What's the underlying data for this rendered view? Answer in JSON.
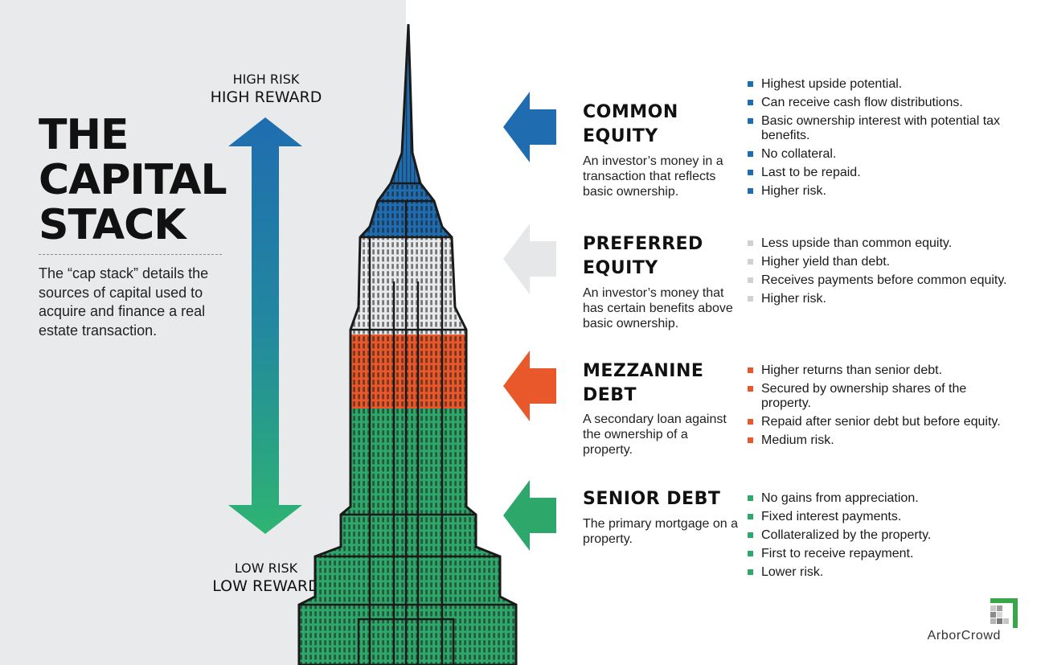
{
  "title_lines": [
    "THE",
    "CAPITAL",
    "STACK"
  ],
  "intro": "The “cap stack” details the sources of capital used to acquire and finance a real estate transaction.",
  "risk_high": {
    "line1": "HIGH RISK",
    "line2": "HIGH REWARD"
  },
  "risk_low": {
    "line1": "LOW RISK",
    "line2": "LOW REWARD"
  },
  "colors": {
    "common": "#1f6db0",
    "preferred": "#e6e7e9",
    "mezzanine": "#e8582a",
    "senior": "#2ea86a"
  },
  "tiers": [
    {
      "name_line1": "COMMON",
      "name_line2": "EQUITY",
      "description": "An investor’s money in a transaction that reflects basic ownership.",
      "bullets": [
        "Highest upside potential.",
        "Can receive cash flow distributions.",
        "Basic ownership interest with potential tax benefits.",
        "No collateral.",
        "Last to be repaid.",
        "Higher risk."
      ]
    },
    {
      "name_line1": "PREFERRED",
      "name_line2": "EQUITY",
      "description": "An investor’s money that has certain benefits above basic ownership.",
      "bullets": [
        "Less upside than common equity.",
        "Higher yield than debt.",
        "Receives payments before common equity.",
        "Higher risk."
      ]
    },
    {
      "name_line1": "MEZZANINE",
      "name_line2": "DEBT",
      "description": "A secondary loan against the ownership of a property.",
      "bullets": [
        "Higher returns than senior debt.",
        "Secured by ownership shares of the property.",
        "Repaid after senior debt but before equity.",
        "Medium risk."
      ]
    },
    {
      "name_line1": "SENIOR DEBT",
      "name_line2": "",
      "description": "The primary mortgage on a property.",
      "bullets": [
        "No gains from appreciation.",
        "Fixed interest payments.",
        "Collateralized by the property.",
        "First to receive repayment.",
        "Lower risk."
      ]
    }
  ],
  "logo": {
    "text": "ArborCrowd"
  }
}
